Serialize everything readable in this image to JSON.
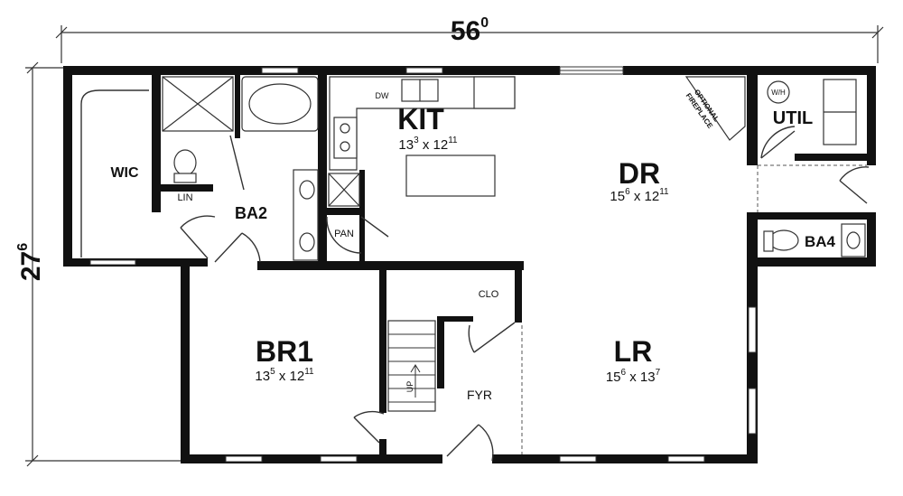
{
  "dimensions": {
    "width": {
      "main": "56",
      "sup": "0"
    },
    "depth": {
      "main": "27",
      "sup": "6"
    }
  },
  "rooms": {
    "wic": {
      "label": "WIC"
    },
    "lin": {
      "label": "LIN"
    },
    "ba2": {
      "label": "BA2"
    },
    "pan": {
      "label": "PAN"
    },
    "kit": {
      "label": "KIT",
      "w": "13",
      "w_sup": "3",
      "x": "x",
      "h": "12",
      "h_sup": "11"
    },
    "dr": {
      "label": "DR",
      "w": "15",
      "w_sup": "6",
      "x": "x",
      "h": "12",
      "h_sup": "11"
    },
    "util": {
      "label": "UTIL"
    },
    "wh": {
      "label": "W/H"
    },
    "ba4": {
      "label": "BA4"
    },
    "br1": {
      "label": "BR1",
      "w": "13",
      "w_sup": "5",
      "x": "x",
      "h": "12",
      "h_sup": "11"
    },
    "clo": {
      "label": "CLO"
    },
    "fyr": {
      "label": "FYR"
    },
    "lr": {
      "label": "LR",
      "w": "15",
      "w_sup": "6",
      "x": "x",
      "h": "13",
      "h_sup": "7"
    }
  },
  "fixtures": {
    "dw": "DW",
    "up": "UP",
    "fireplace_line1": "OPTIONAL",
    "fireplace_line2": "FIREPLACE"
  },
  "colors": {
    "wall": "#111111",
    "line": "#333333",
    "background": "#ffffff"
  }
}
